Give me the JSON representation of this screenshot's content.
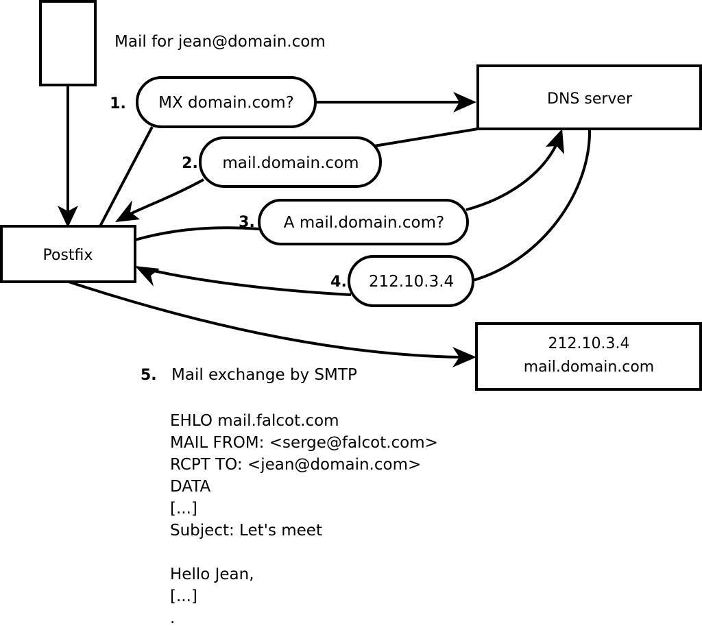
{
  "diagram": {
    "title_note": "Mail for jean@domain.com",
    "nodes": {
      "sender": {
        "label": ""
      },
      "postfix": {
        "label": "Postfix"
      },
      "dns": {
        "label": "DNS server"
      },
      "mailhost": {
        "line1": "212.10.3.4",
        "line2": "mail.domain.com"
      }
    },
    "steps": [
      {
        "number": "1.",
        "label": "MX domain.com?"
      },
      {
        "number": "2.",
        "label": "mail.domain.com"
      },
      {
        "number": "3.",
        "label": "A mail.domain.com?"
      },
      {
        "number": "4.",
        "label": "212.10.3.4"
      },
      {
        "number": "5.",
        "label": "Mail exchange by SMTP"
      }
    ],
    "transcript": [
      "EHLO mail.falcot.com",
      "MAIL FROM: <serge@falcot.com>",
      "RCPT TO: <jean@domain.com>",
      "DATA",
      "[...]",
      "Subject: Let's meet",
      "",
      "Hello Jean,",
      "[...]",
      "."
    ],
    "colors": {
      "stroke": "#000000",
      "fill": "#ffffff",
      "text": "#000000"
    }
  }
}
